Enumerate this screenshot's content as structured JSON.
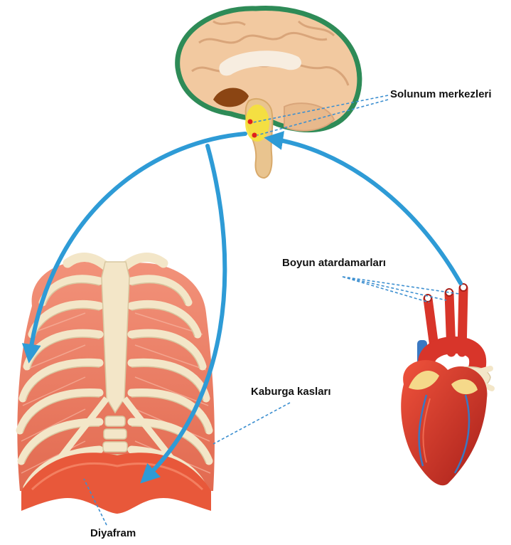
{
  "labels": {
    "respiratory_centers": "Solunum merkezleri",
    "carotid_arteries": "Boyun atardamarları",
    "intercostal_muscles": "Kaburga kasları",
    "diaphragm": "Diyafram"
  },
  "colors": {
    "arrow": "#2E9BD6",
    "leader_line": "#3C8FD0",
    "brain_fill": "#F2C9A0",
    "brain_outline": "#2E8B57",
    "brainstem": "#F5E23A",
    "muscle": "#E8745E",
    "bone": "#F3E6C8",
    "diaphragm": "#E8583A",
    "heart": "#D8352A"
  },
  "icons": [
    "brain-illustration",
    "rib-cage-illustration",
    "heart-illustration"
  ]
}
